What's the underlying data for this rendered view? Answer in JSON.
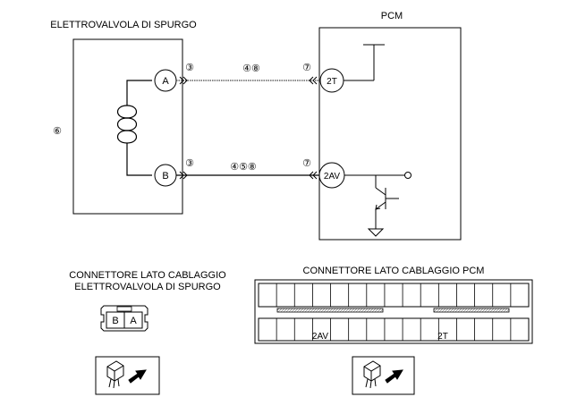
{
  "titles": {
    "valve": "ELETTROVALVOLA DI SPURGO",
    "pcm": "PCM"
  },
  "labels": {
    "six": "⑥",
    "valve_pin_a": "A",
    "valve_pin_b": "B",
    "wire_a_connector": "③",
    "wire_a_refs": "④⑧",
    "wire_a_pcm_ref": "⑦",
    "wire_b_connector": "③",
    "wire_b_refs": "④⑤⑧",
    "wire_b_pcm_ref": "⑦",
    "pcm_pin_top": "2T",
    "pcm_pin_bottom": "2AV"
  },
  "connectors": {
    "valve_title_line1": "CONNETTORE LATO CABLAGGIO",
    "valve_title_line2": "ELETTROVALVOLA DI SPURGO",
    "valve_cell_b": "B",
    "valve_cell_a": "A",
    "pcm_title": "CONNETTORE LATO CABLAGGIO PCM",
    "pcm_cell_2av": "2AV",
    "pcm_cell_2t": "2T"
  }
}
